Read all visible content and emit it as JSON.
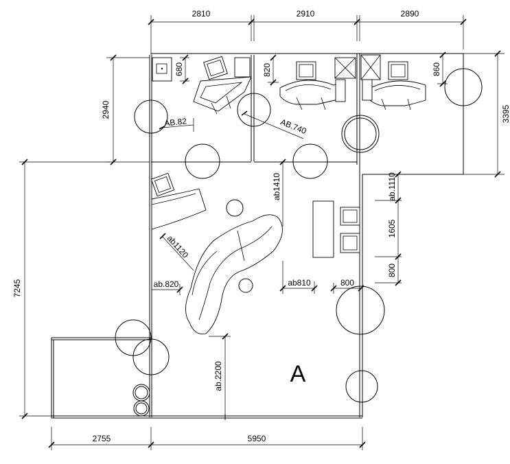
{
  "plan": {
    "room_label": "A",
    "dimensions": {
      "top_1": "2810",
      "top_2": "2910",
      "top_3": "2890",
      "left_upper": "2940",
      "left_total": "7245",
      "right_upper": "3395",
      "bottom_left": "2755",
      "bottom_right": "5950",
      "d680": "680",
      "d820": "820",
      "d860": "860",
      "d1110": "ab.1110",
      "d1605": "1605",
      "d800v": "800",
      "d800h": "800",
      "d1410": "ab1410",
      "d810": "ab810",
      "d820h": "ab.820",
      "d1120": "ab1120",
      "d2200": "ab.2200",
      "ab82": "AB.82",
      "ab740": "AB.740"
    }
  }
}
